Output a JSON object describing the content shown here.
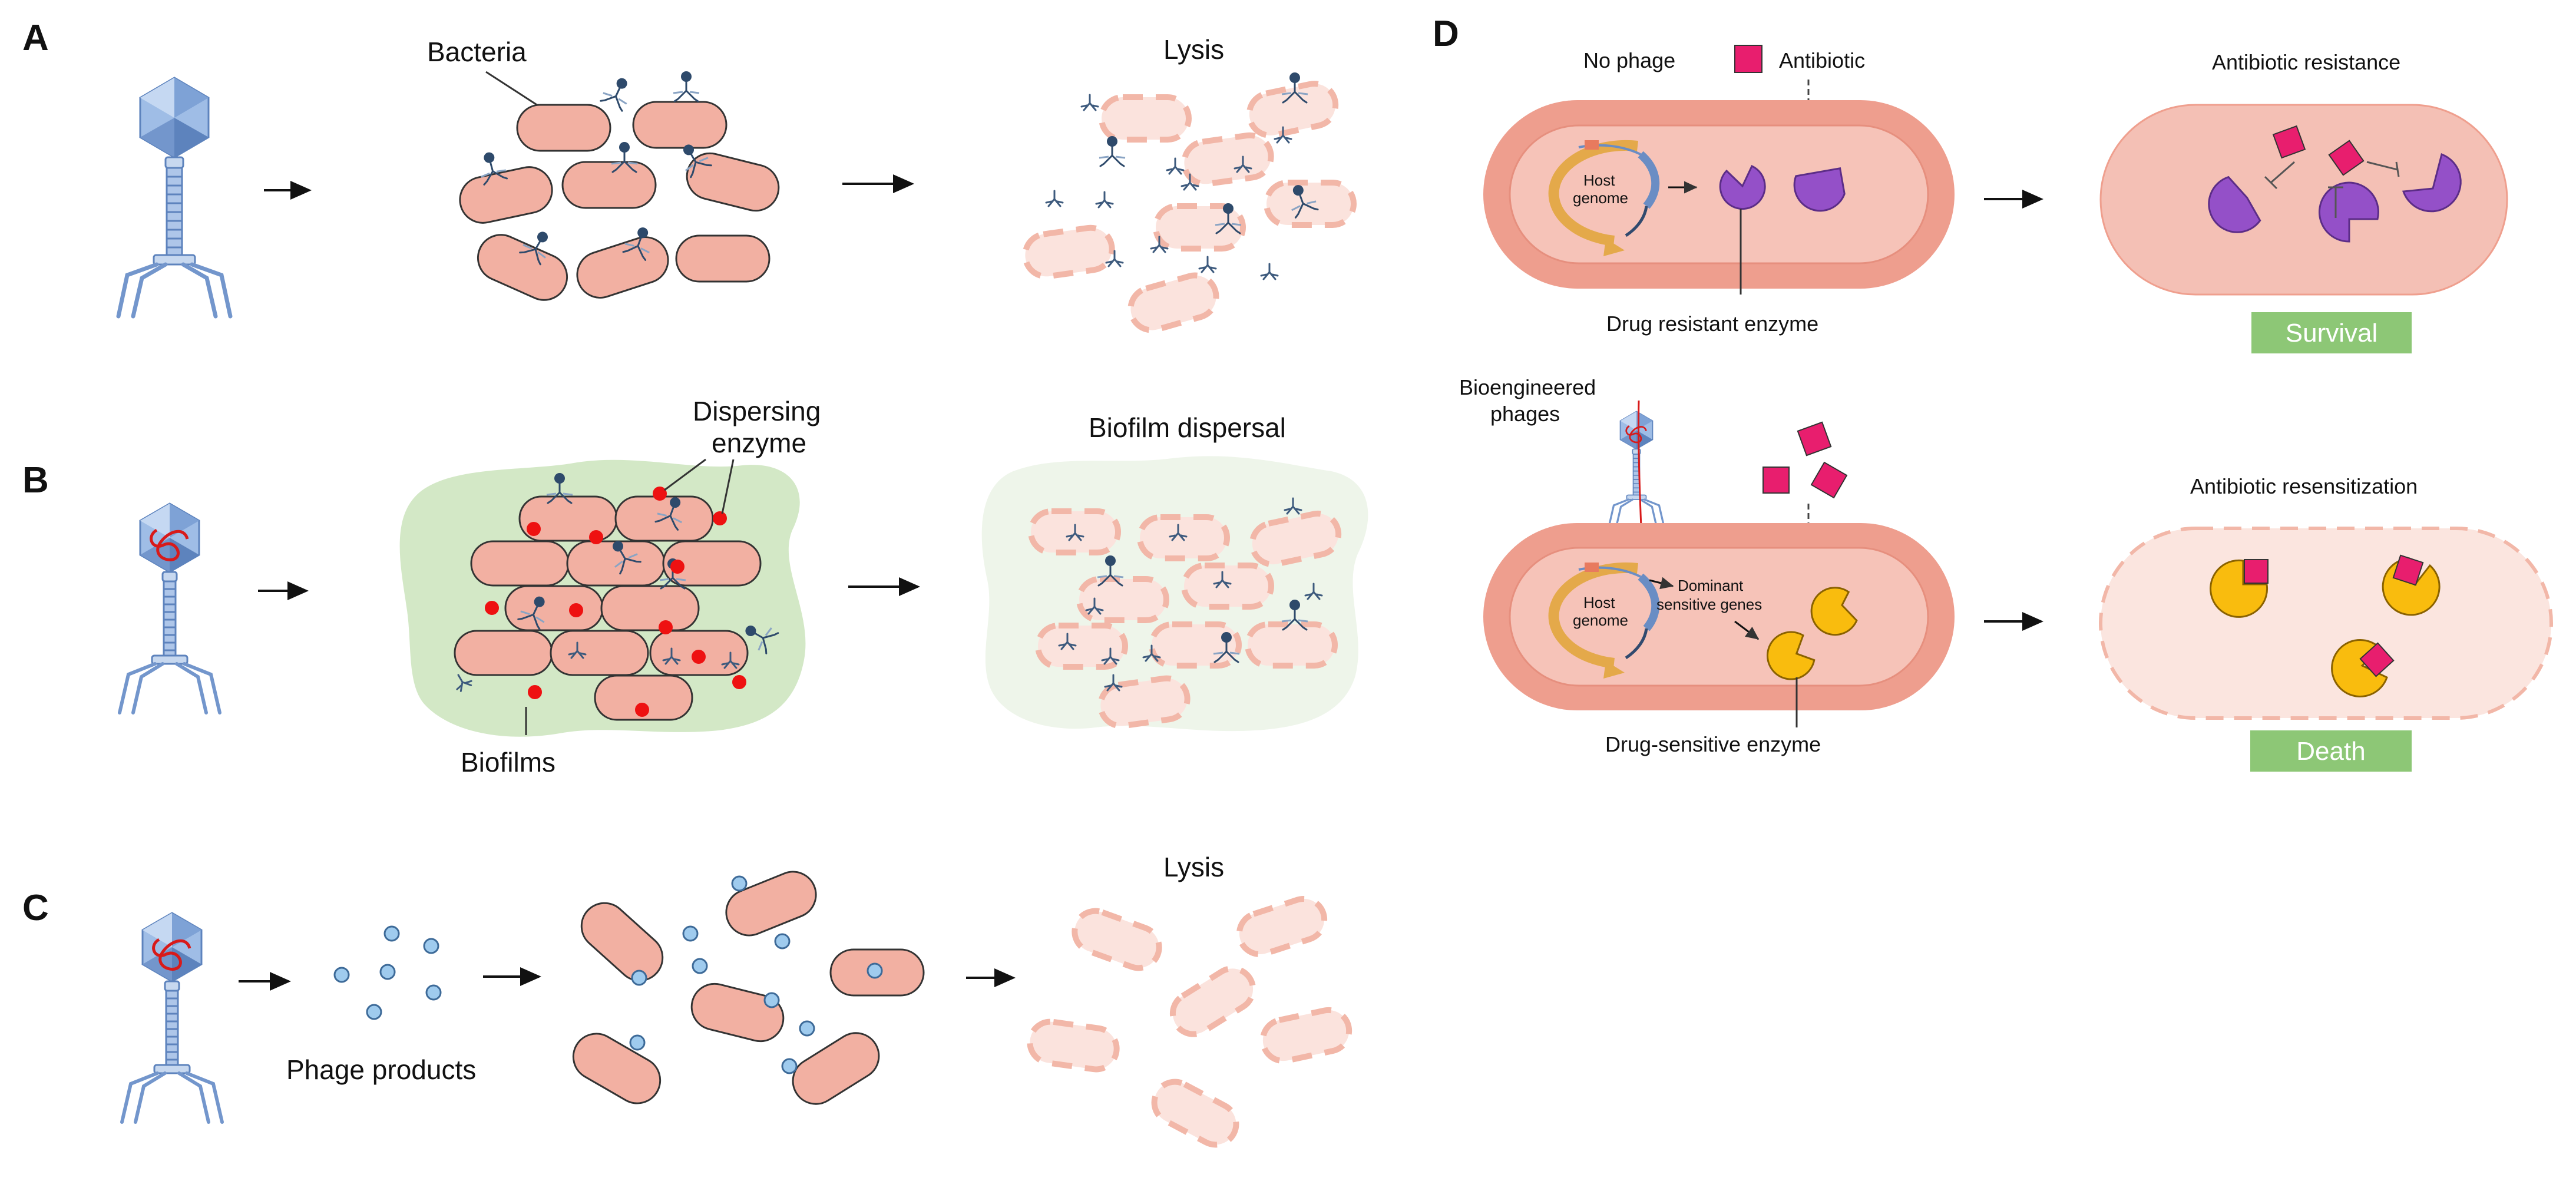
{
  "panels": {
    "a": {
      "letter": "A",
      "bacteria_label": "Bacteria",
      "lysis_label": "Lysis"
    },
    "b": {
      "letter": "B",
      "dispersing_label_line1": "Dispersing",
      "dispersing_label_line2": "enzyme",
      "biofilm_dispersal_label": "Biofilm dispersal",
      "biofilms_label": "Biofilms"
    },
    "c": {
      "letter": "C",
      "phage_products_label": "Phage products",
      "lysis_label": "Lysis"
    },
    "d": {
      "letter": "D",
      "no_phage_label": "No phage",
      "antibiotic_label": "Antibiotic",
      "host_genome_line1": "Host",
      "host_genome_line2": "genome",
      "drug_resistant_enzyme_label": "Drug resistant enzyme",
      "antibiotic_resistance_label": "Antibiotic resistance",
      "survival_label": "Survival",
      "bioengineered_line1": "Bioengineered",
      "bioengineered_line2": "phages",
      "dominant_line1": "Dominant",
      "dominant_line2": "sensitive genes",
      "drug_sensitive_enzyme_label": "Drug-sensitive enzyme",
      "antibiotic_resensitization_label": "Antibiotic resensitization",
      "death_label": "Death"
    }
  },
  "colors": {
    "bacteria_fill": "#f2b0a2",
    "bacteria_stroke": "#333333",
    "lysed_fill": "#fbe3dd",
    "lysed_dash": "#f2b7a8",
    "biofilm": "#d3e8c6",
    "biofilm_light": "#eef5ea",
    "enzyme_dot": "#ee1111",
    "phage_product": "#9fcbee",
    "phage_product_stroke": "#3d6a98",
    "cell_outer": "#ee9e8e",
    "cell_inner": "#f6c3b8",
    "antibiotic": "#e81e6e",
    "resistant_enzyme": "#9450c8",
    "sensitive_enzyme": "#f9bc0e",
    "badge_green": "#8dc776",
    "genome_arrow": "#e4a94a",
    "genome_blue": "#6a8dc4"
  },
  "icons": {
    "phage": "bacteriophage-icon",
    "engineered_phage": "engineered-phage-icon",
    "arrow": "right-arrow-icon"
  }
}
